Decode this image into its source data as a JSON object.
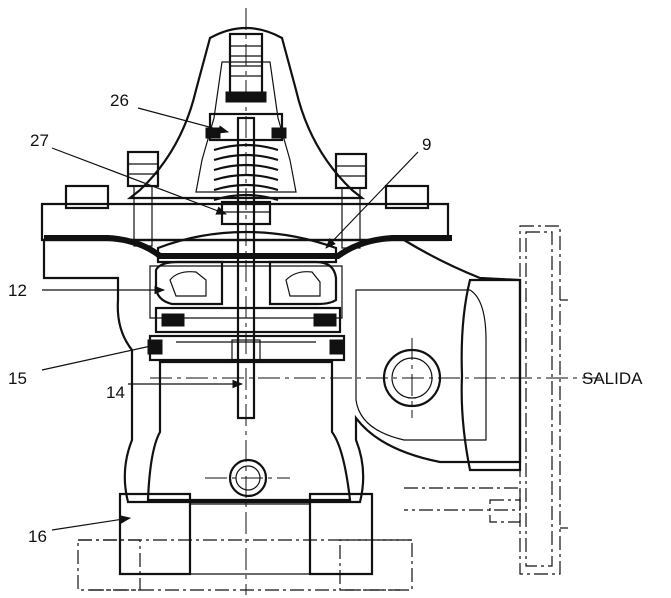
{
  "diagram": {
    "callouts": {
      "c26": "26",
      "c27": "27",
      "c9": "9",
      "c12": "12",
      "c15": "15",
      "c14": "14",
      "c16": "16"
    },
    "outlet_label": "SALIDA",
    "colors": {
      "line": "#111111",
      "background": "#ffffff"
    }
  }
}
